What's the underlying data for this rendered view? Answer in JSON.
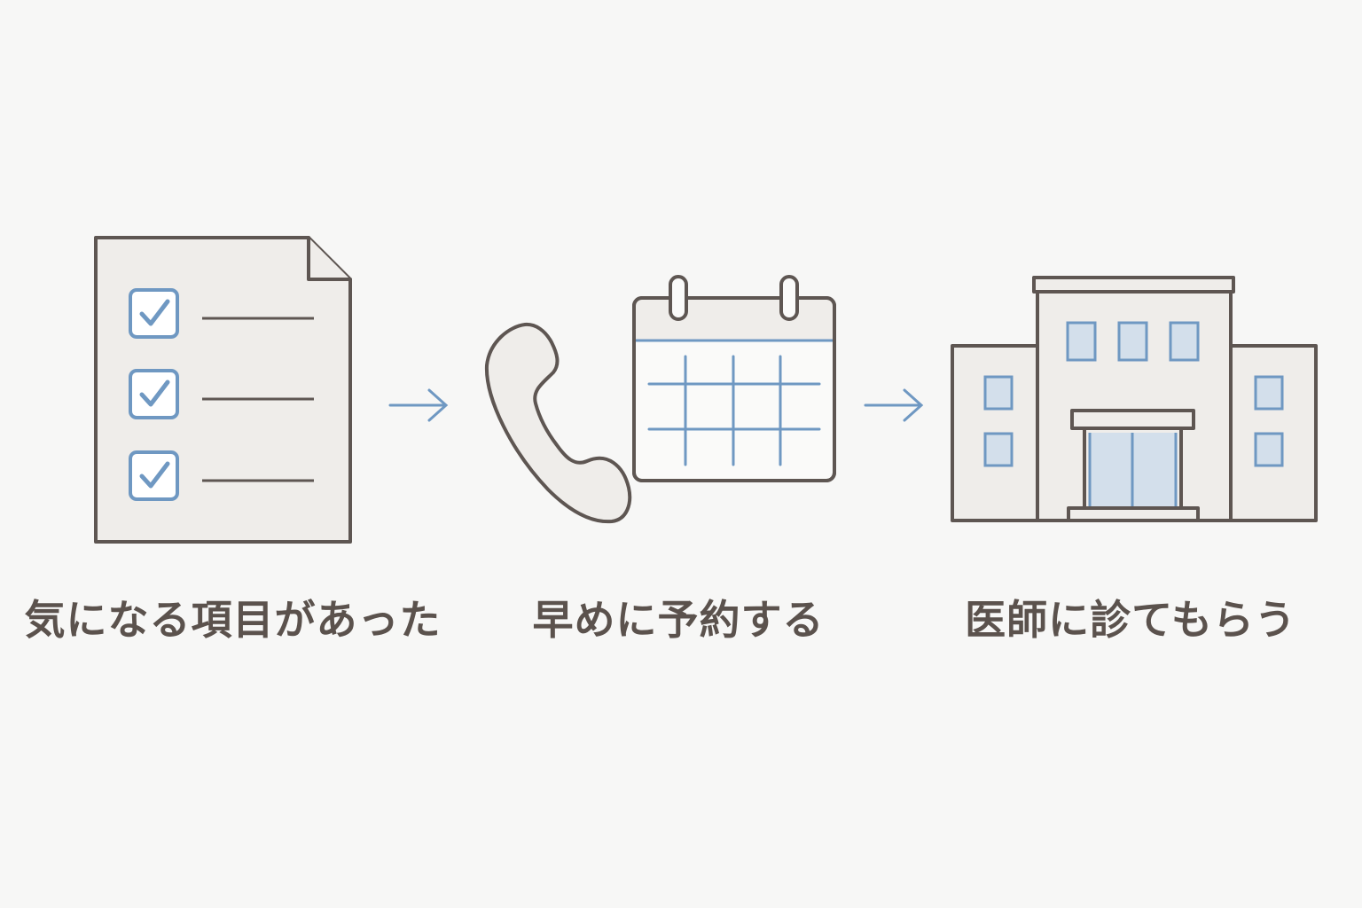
{
  "steps": [
    {
      "label": "気になる項目があった",
      "icon": "checklist-document-icon"
    },
    {
      "label": "早めに予約する",
      "icon": "phone-calendar-icon"
    },
    {
      "label": "医師に診てもらう",
      "icon": "hospital-building-icon"
    }
  ],
  "connectors": [
    "arrow-right-icon",
    "arrow-right-icon"
  ],
  "colors": {
    "background": "#f7f7f6",
    "outline": "#5e5652",
    "fill": "#efedea",
    "accent": "#6f98c2",
    "accent_fill": "#d3dfeb",
    "text": "#5b524d"
  }
}
